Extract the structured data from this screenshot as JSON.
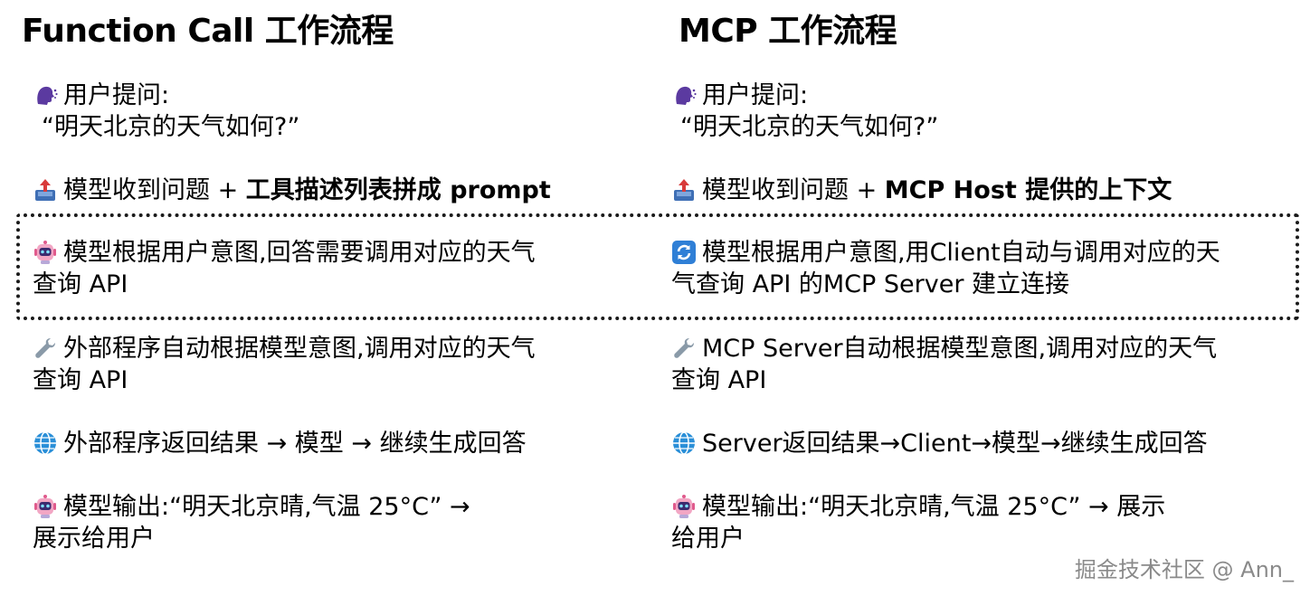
{
  "left": {
    "title": "Function Call 工作流程",
    "user_question": {
      "icon": "speaking-head-icon",
      "label": "用户提问:",
      "quote": "“明天北京的天气如何?”"
    },
    "step_receive": {
      "icon": "outbox-tray-icon",
      "text": "模型收到问题 + ",
      "bold": "工具描述列表拼成 prompt"
    },
    "step_decide": {
      "icon": "robot-icon",
      "line1": "模型根据用户意图,回答需要调用对应的天气",
      "line2": "查询 API"
    },
    "step_call": {
      "icon": "wrench-icon",
      "line1": "外部程序自动根据模型意图,调用对应的天气",
      "line2": "查询 API"
    },
    "step_return": {
      "icon": "globe-icon",
      "text": "外部程序返回结果 → 模型 → 继续生成回答"
    },
    "step_output": {
      "icon": "robot-icon",
      "line1": "模型输出:“明天北京晴,气温 25°C” →",
      "line2": "展示给用户"
    }
  },
  "right": {
    "title": "MCP 工作流程",
    "user_question": {
      "icon": "speaking-head-icon",
      "label": "用户提问:",
      "quote": "“明天北京的天气如何?”"
    },
    "step_receive": {
      "icon": "outbox-tray-icon",
      "text": "模型收到问题 + ",
      "bold": "MCP Host 提供的上下文"
    },
    "step_decide": {
      "icon": "refresh-icon",
      "line1": "模型根据用户意图,用Client自动与调用对应的天",
      "line2": "气查询 API 的MCP Server 建立连接"
    },
    "step_call": {
      "icon": "wrench-icon",
      "line1": "MCP Server自动根据模型意图,调用对应的天气",
      "line2": "查询 API"
    },
    "step_return": {
      "icon": "globe-icon",
      "text": "Server返回结果→Client→模型→继续生成回答"
    },
    "step_output": {
      "icon": "robot-icon",
      "line1": "模型输出:“明天北京晴,气温 25°C” → 展示",
      "line2": "给用户"
    }
  },
  "watermark": "掘金技术社区 @ Ann_",
  "colors": {
    "text": "#000000",
    "speaking_head": "#5b3aa0",
    "robot_pink": "#e05a8c",
    "robot_face": "#3b2a6e",
    "refresh_blue": "#2f7fd6",
    "globe_blue": "#2a8fd8",
    "wrench_gray": "#8a9aa8",
    "tray_blue": "#3f6fb5",
    "tray_red": "#d83a3a",
    "watermark": "#8a8a8a"
  }
}
